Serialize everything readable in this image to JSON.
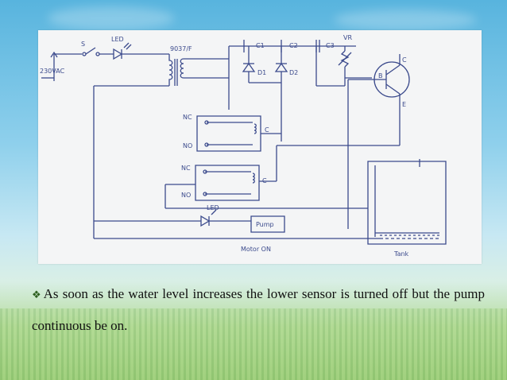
{
  "slide": {
    "diagram": {
      "labels": {
        "switch": "S",
        "led_top": "LED",
        "transformer": "9037/F",
        "supply": "230VAC",
        "c1": "C1",
        "c2": "C2",
        "c3": "C3",
        "vr": "VR",
        "d1": "D1",
        "d2": "D2",
        "transistor_c": "C",
        "transistor_b": "B",
        "transistor_e": "E",
        "relay1_nc": "NC",
        "relay1_no": "NO",
        "relay1_c": "C",
        "relay2_nc": "NC",
        "relay2_no": "NO",
        "relay2_c": "C",
        "led_bottom": "LED",
        "pump": "Pump",
        "caption": "Motor ON",
        "tank": "Tank"
      }
    },
    "bullet": {
      "icon": "diamond-bullet-icon",
      "text": "As soon as the water level increases the lower sensor is turned off but the pump continuous be on."
    }
  }
}
